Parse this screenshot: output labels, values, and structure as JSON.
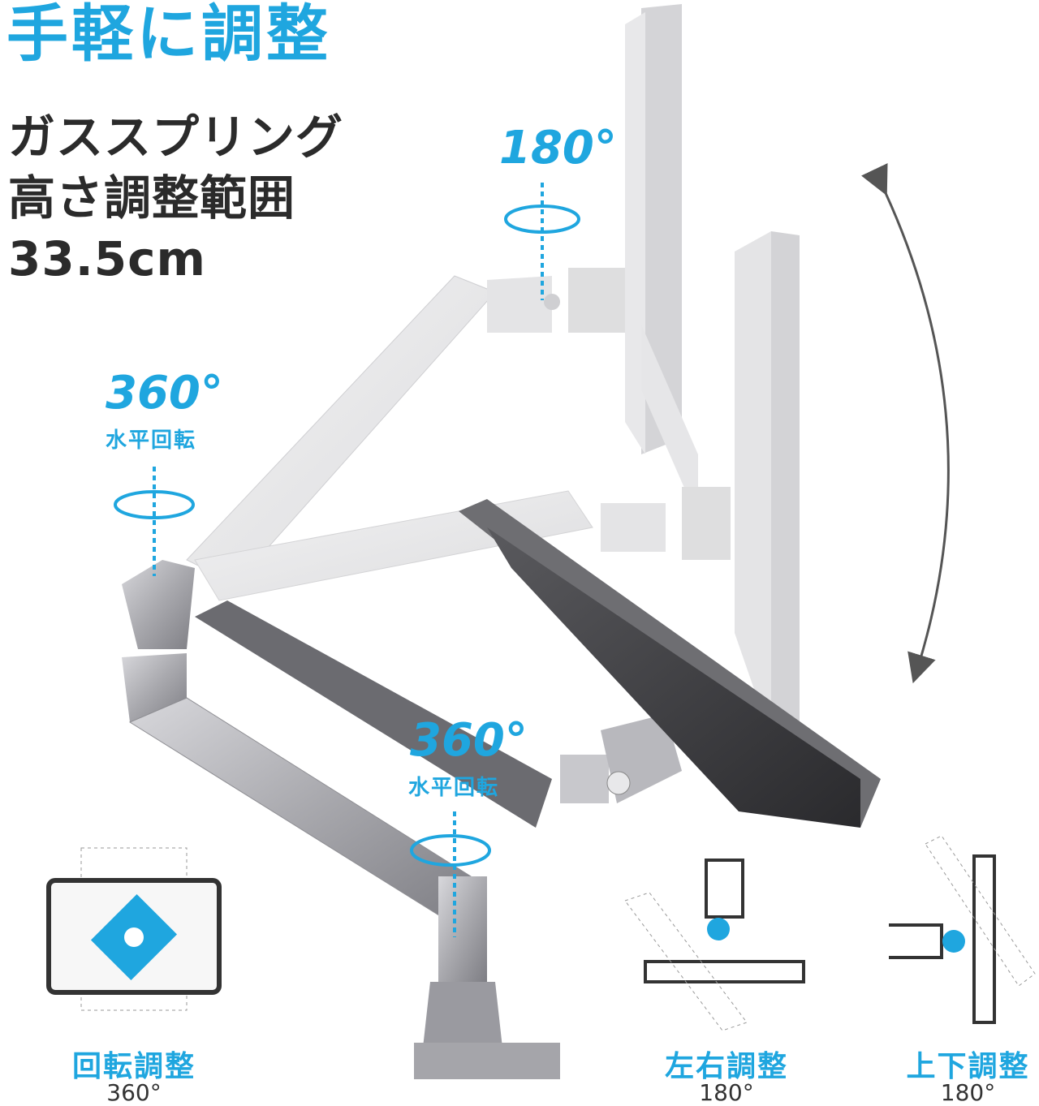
{
  "colors": {
    "accent": "#1fa6df",
    "text": "#2b2b2b",
    "gray": "#555555"
  },
  "header": {
    "title": "手軽に調整",
    "line1": "ガススプリング",
    "line2": "高さ調整範囲",
    "line3": "33.5cm"
  },
  "labels": {
    "top_rotation": "180°",
    "left_rotation": "360°",
    "left_rotation_sub": "水平回転",
    "mid_rotation": "360°",
    "mid_rotation_sub": "水平回転"
  },
  "features": [
    {
      "title": "回転調整",
      "value": "360°"
    },
    {
      "title": "左右調整",
      "value": "180°"
    },
    {
      "title": "上下調整",
      "value": "180°"
    }
  ]
}
